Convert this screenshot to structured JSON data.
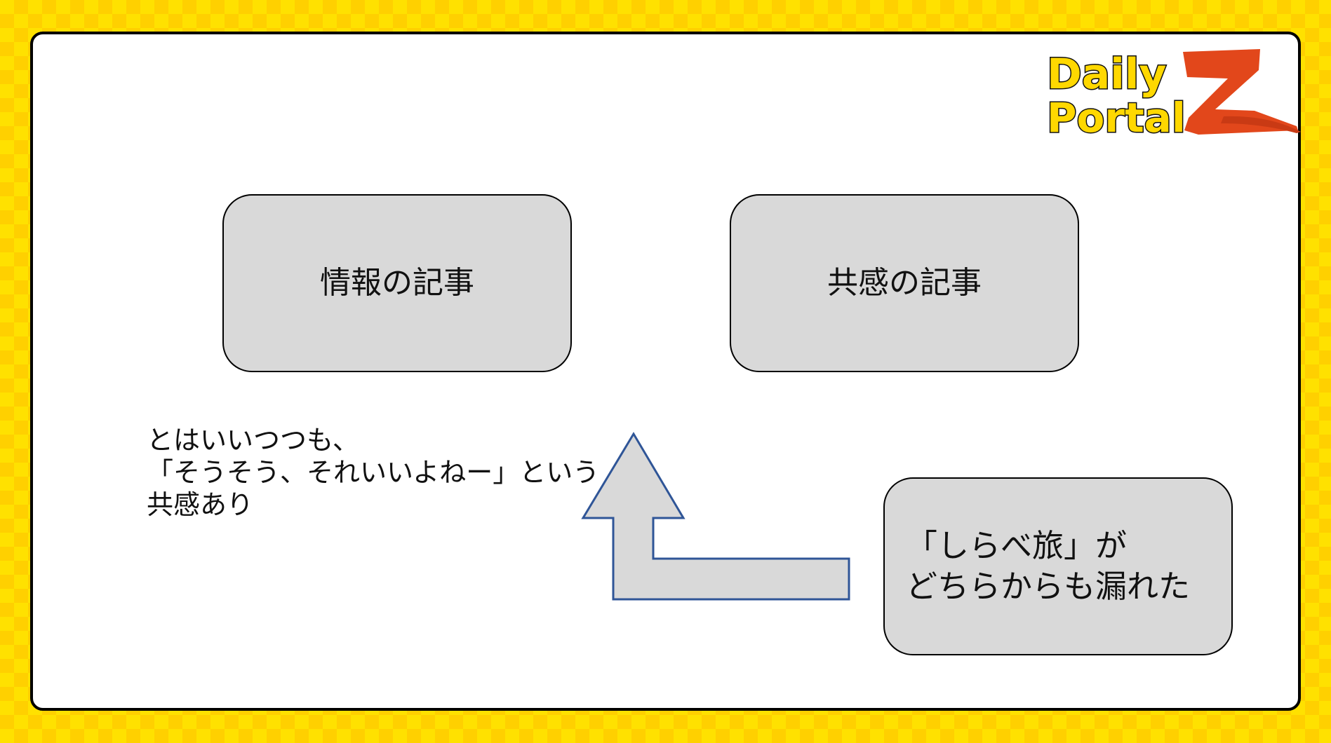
{
  "slide": {
    "box_info_label": "情報の記事",
    "box_empathy_label": "共感の記事",
    "note_lines": [
      "とはいいつつも、",
      "「そうそう、それいいよねー」という",
      "共感あり"
    ],
    "source_lines": [
      "「しらべ旅」が",
      "どちらからも漏れた"
    ],
    "arrow_icon": "bent-arrow-up-icon"
  },
  "logo": {
    "alt": "Daily Portal Z",
    "line1": "Daily",
    "line2": "Portal",
    "mark": "Z"
  },
  "colors": {
    "background_checker_1": "#ffe100",
    "background_checker_2": "#ffd000",
    "box_fill": "#d9d9d9",
    "arrow_fill": "#d9d9d9",
    "arrow_stroke": "#2f5597",
    "logo_z": "#e2471b",
    "logo_text_fill": "#ffd800"
  }
}
